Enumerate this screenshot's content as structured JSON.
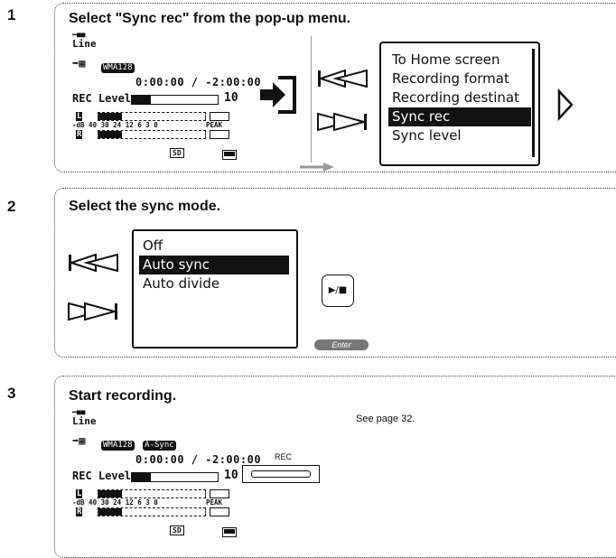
{
  "steps": [
    {
      "number": "1",
      "title": "Select \"Sync rec\" from the pop-up menu."
    },
    {
      "number": "2",
      "title": "Select the sync mode."
    },
    {
      "number": "3",
      "title": "Start recording."
    }
  ],
  "lcd": {
    "input": "Line",
    "format": "WMA128",
    "sync_badge": "A-Sync",
    "time": "0:00:00 / -2:00:00",
    "rec_level_label": "REC Level",
    "rec_level_value": "10",
    "channel_left": "L",
    "channel_right": "R",
    "db_scale": "-dB 40 30 24   12  6 3 0",
    "peak": "PEAK",
    "sd": "SD"
  },
  "step1_menu": {
    "items": [
      "To Home screen",
      "Recording format",
      "Recording destinat",
      "Sync rec",
      "Sync level"
    ],
    "selected_index": 3
  },
  "step2_menu": {
    "items": [
      "Off",
      "Auto sync",
      "Auto divide"
    ],
    "selected_index": 1
  },
  "play_stop_button": {
    "label": "▶/■"
  },
  "enter_label": "Enter",
  "rec_button_label": "REC",
  "see_page": "See page 32."
}
